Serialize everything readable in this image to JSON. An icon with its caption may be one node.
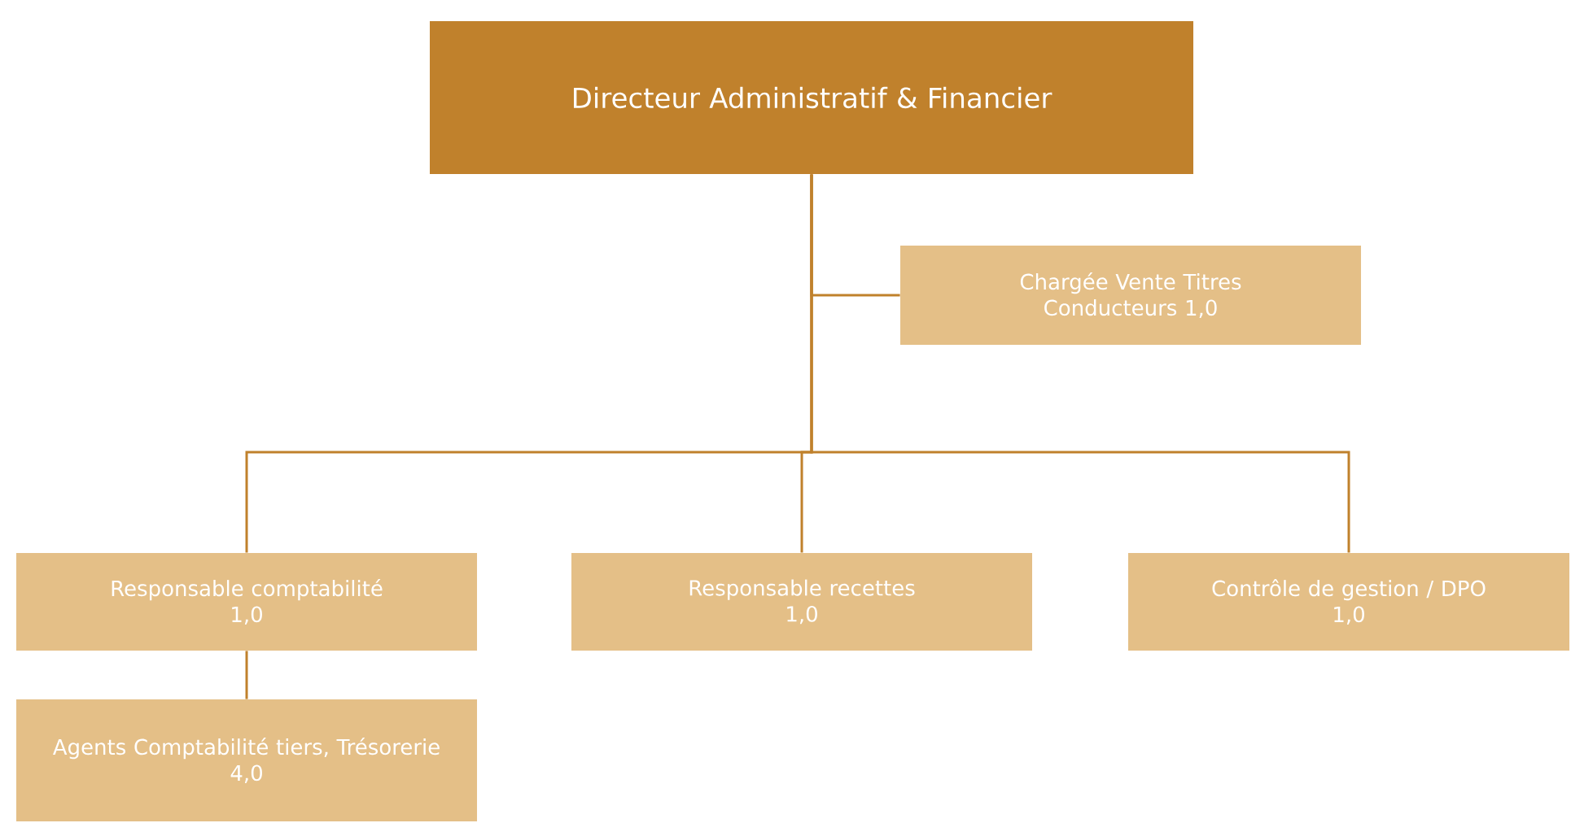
{
  "diagram": {
    "nodes": [
      {
        "text": [
          "Directeur Administratif & Financier"
        ]
      },
      {
        "text": [
          "Chargée Vente Titres Conducteurs 1,0"
        ]
      },
      {
        "text": [
          "Responsable comptabilité",
          "1,0"
        ]
      },
      {
        "text": [
          "Responsable recettes",
          "1,0"
        ]
      },
      {
        "text": [
          "Contrôle de gestion / DPO",
          "1,0"
        ]
      },
      {
        "text": [
          "Agents Comptabilité tiers, Trésorerie",
          "4,0"
        ]
      }
    ],
    "edges": [
      {
        "from": 0,
        "to": 1,
        "arrow": "none"
      },
      {
        "from": 0,
        "to": 2,
        "arrow": "none"
      },
      {
        "from": 0,
        "to": 3,
        "arrow": "none"
      },
      {
        "from": 0,
        "to": 4,
        "arrow": "none"
      },
      {
        "from": 2,
        "to": 5,
        "arrow": "none"
      }
    ]
  }
}
